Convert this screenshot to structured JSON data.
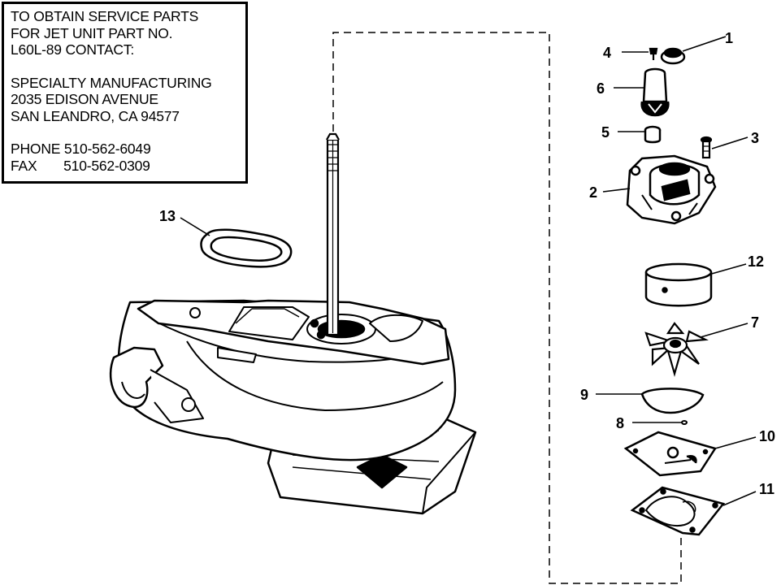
{
  "contact_box": {
    "lines_block1": [
      "TO OBTAIN SERVICE PARTS",
      "FOR JET UNIT PART NO.",
      "L60L-89 CONTACT:"
    ],
    "lines_block2": [
      "SPECIALTY MANUFACTURING",
      "2035 EDISON AVENUE",
      "SAN LEANDRO, CA 94577"
    ],
    "phone_label": "PHONE",
    "phone_value": "510-562-6049",
    "fax_label": "FAX",
    "fax_value": "510-562-0309"
  },
  "callouts": {
    "n1": "1",
    "n2": "2",
    "n3": "3",
    "n4": "4",
    "n5": "5",
    "n6": "6",
    "n7": "7",
    "n8": "8",
    "n9": "9",
    "n10": "10",
    "n11": "11",
    "n12": "12",
    "n13": "13"
  },
  "colors": {
    "ink": "#000000",
    "paper": "#ffffff"
  }
}
